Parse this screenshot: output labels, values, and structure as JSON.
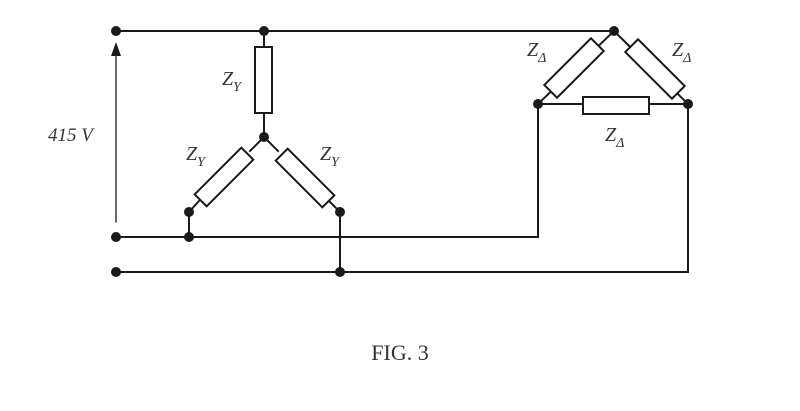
{
  "voltage_label": "415 V",
  "impedance_star": {
    "symbol": "Z",
    "subscript": "Y"
  },
  "impedance_delta": {
    "symbol": "Z",
    "subscript": "Δ"
  },
  "caption": "FIG. 3"
}
